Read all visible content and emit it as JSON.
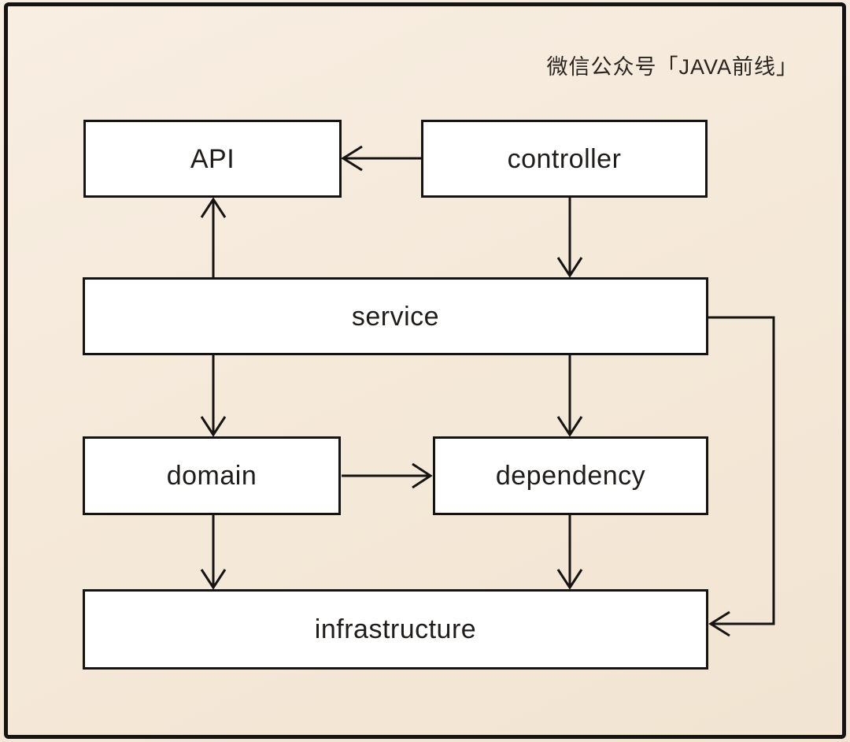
{
  "watermark": "微信公众号「JAVA前线」",
  "diagram": {
    "type": "architecture-flow",
    "nodes": {
      "api": {
        "label": "API"
      },
      "controller": {
        "label": "controller"
      },
      "service": {
        "label": "service"
      },
      "domain": {
        "label": "domain"
      },
      "dependency": {
        "label": "dependency"
      },
      "infrastructure": {
        "label": "infrastructure"
      }
    },
    "edges": [
      {
        "from": "controller",
        "to": "api"
      },
      {
        "from": "controller",
        "to": "service"
      },
      {
        "from": "service",
        "to": "api"
      },
      {
        "from": "service",
        "to": "domain"
      },
      {
        "from": "service",
        "to": "dependency"
      },
      {
        "from": "domain",
        "to": "dependency"
      },
      {
        "from": "domain",
        "to": "infrastructure"
      },
      {
        "from": "dependency",
        "to": "infrastructure"
      },
      {
        "from": "service",
        "to": "infrastructure"
      }
    ],
    "colors": {
      "background": "#f5e9da",
      "box_fill": "#ffffff",
      "stroke": "#161412",
      "text": "#1f1c1a"
    }
  }
}
